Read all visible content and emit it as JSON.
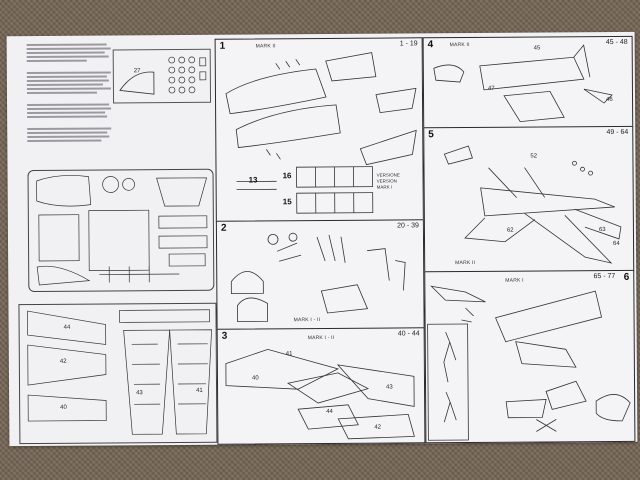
{
  "panels": {
    "p1": {
      "num": "1",
      "range": "1 - 19",
      "mark": "MARK II",
      "notes": [
        "VERSIONE",
        "VERSION",
        "MARK I"
      ],
      "labels": [
        "13",
        "16",
        "15"
      ]
    },
    "p2": {
      "num": "2",
      "range": "20 - 39",
      "mark": "MARK I - II"
    },
    "p3": {
      "num": "3",
      "range": "40 - 44",
      "mark": "MARK I - II",
      "labels": [
        "41",
        "40",
        "43",
        "44",
        "42"
      ]
    },
    "p4": {
      "num": "4",
      "range": "45 - 48",
      "mark": "MARK II",
      "labels": [
        "45",
        "47",
        "46"
      ]
    },
    "p5": {
      "num": "5",
      "range": "49 - 64",
      "mark": "MARK II",
      "labels": [
        "52",
        "62",
        "63",
        "64"
      ]
    },
    "p6": {
      "num": "6",
      "range": "65 - 77",
      "mark": "MARK I"
    }
  },
  "sprue": {
    "labels": [
      "44",
      "41",
      "42",
      "43",
      "40"
    ]
  },
  "paint_chart": {
    "label": "27"
  }
}
